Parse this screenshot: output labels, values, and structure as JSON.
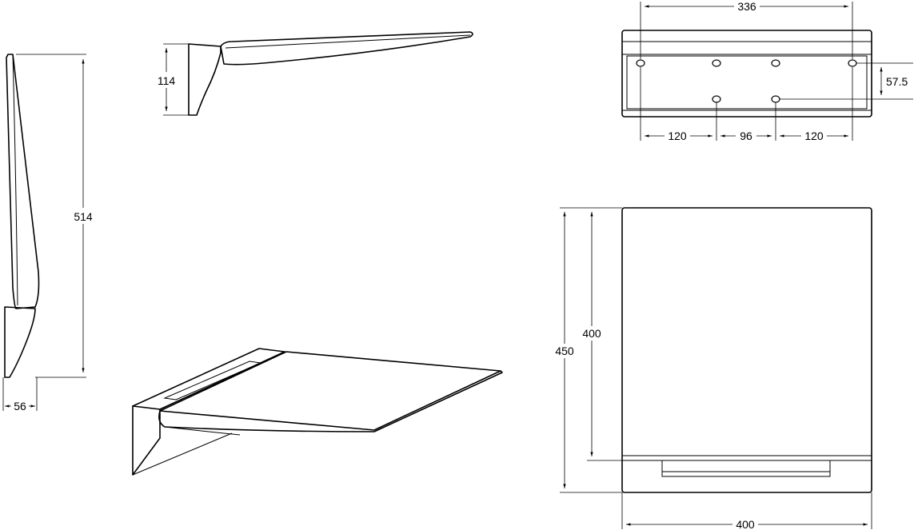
{
  "dimensions": {
    "side_view": {
      "height": "514",
      "depth": "56"
    },
    "top_side_view": {
      "bracket_height": "114"
    },
    "bracket_front_view": {
      "hole_span": "336",
      "hole_offset": "57.5",
      "left_gap": "120",
      "center_gap": "96",
      "right_gap": "120"
    },
    "plan_view": {
      "total_depth": "450",
      "seat_depth": "400",
      "width": "400"
    }
  }
}
